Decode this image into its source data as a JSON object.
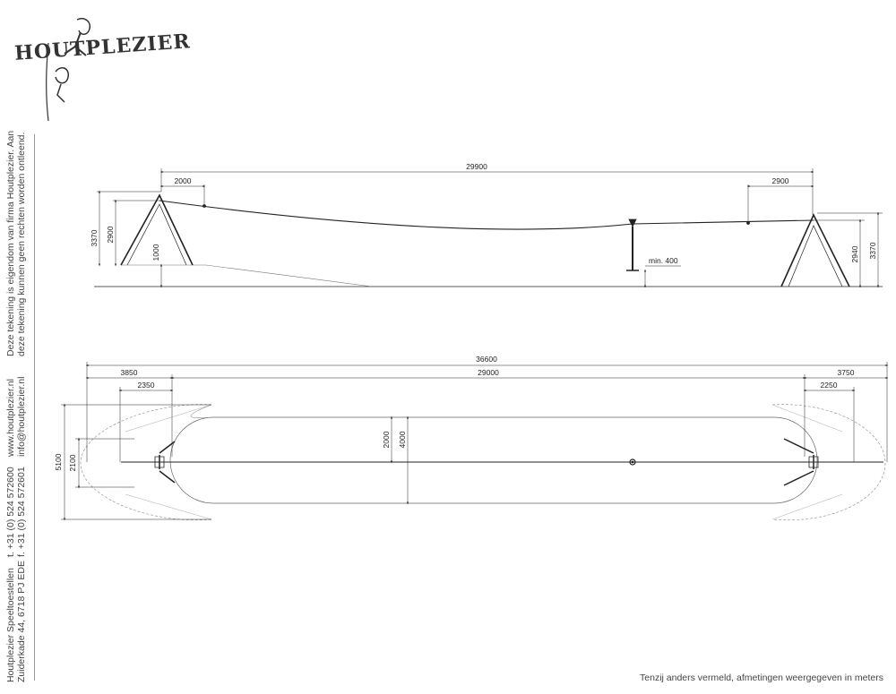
{
  "logo": {
    "text": "HOUTPLEZIER"
  },
  "side_text": {
    "company_line1": "Houtplezier Speeltoestellen",
    "company_line2": "Zuiderkade 44, 6718 PJ EDE",
    "phone_line1": "t. +31 (0) 524 572600",
    "phone_line2": "f. +31 (0) 524 572601",
    "web_line1": "www.houtplezier.nl",
    "web_line2": "info@houtplezier.nl",
    "legal_line1": "Deze tekening is eigendom van firma Houtplezier. Aan",
    "legal_line2": "deze tekening kunnen geen rechten worden ontleend."
  },
  "footer_note": "Tenzij anders vermeld, afmetingen weergegeven in meters",
  "side_view": {
    "overall_length": "29900",
    "left_offset": "2000",
    "right_offset": "2900",
    "left_height_total": "3370",
    "left_height_cable": "2900",
    "ramp_height": "1000",
    "min_clearance": "min. 400",
    "right_height_cable": "2940",
    "right_height_total": "3370"
  },
  "top_view": {
    "overall_length": "36600",
    "left_zone": "3850",
    "span": "29000",
    "right_zone": "3750",
    "left_inner": "2350",
    "right_inner": "2250",
    "width_outer": "5100",
    "width_inner": "2100",
    "zone_width_inner": "2000",
    "zone_width_outer": "4000"
  }
}
